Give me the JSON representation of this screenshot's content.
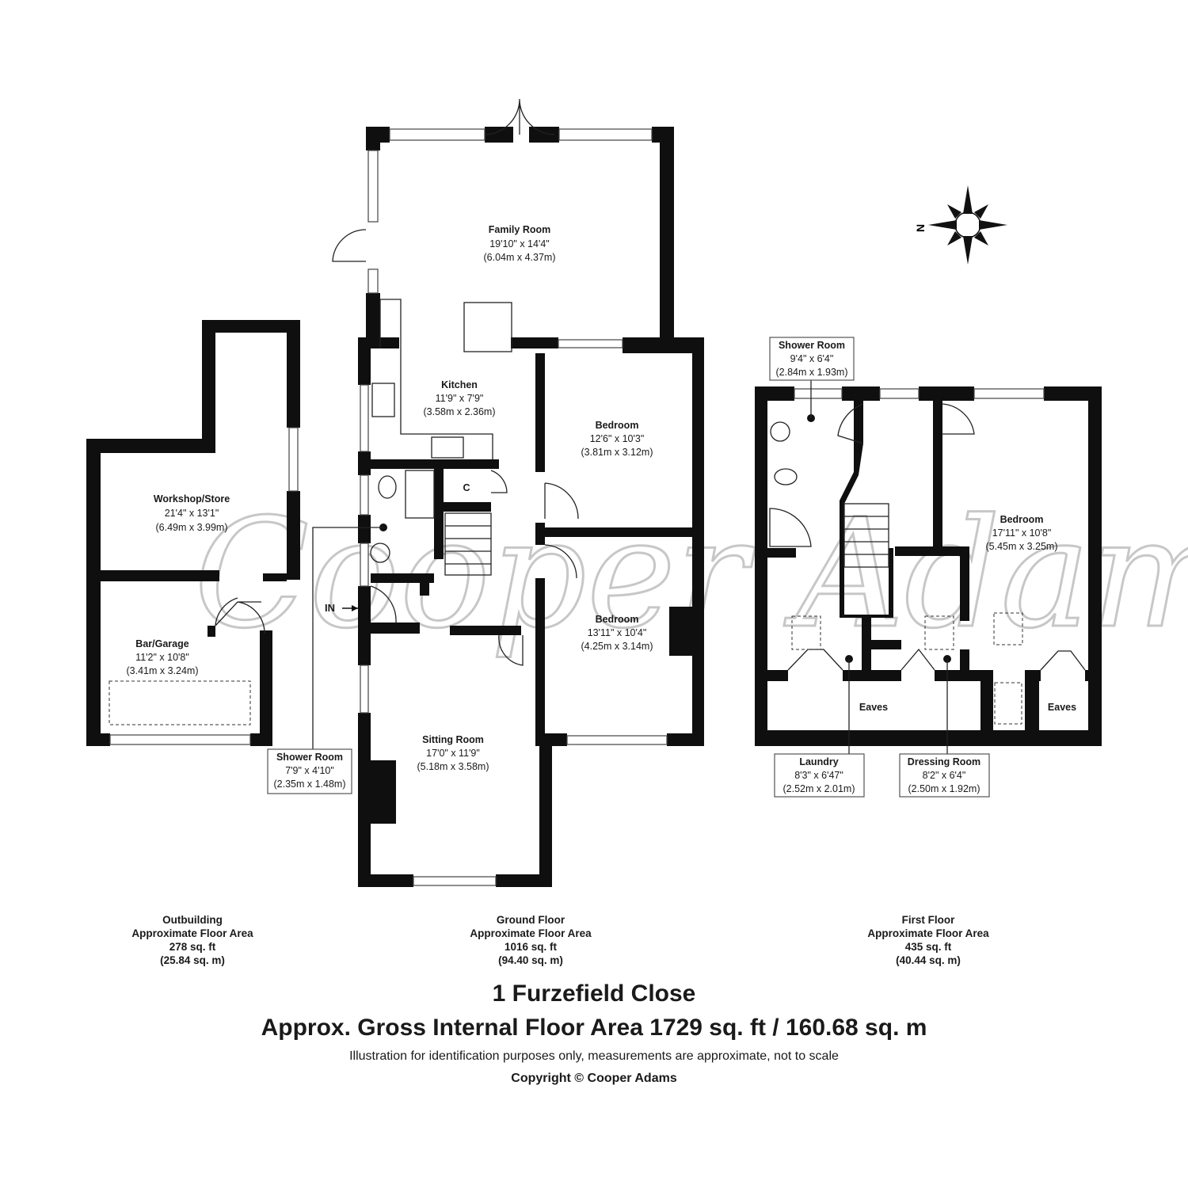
{
  "property": {
    "title": "1 Furzefield Close",
    "gross_area": "Approx. Gross Internal Floor Area 1729 sq. ft / 160.68 sq. m",
    "disclaimer": "Illustration for identification purposes only, measurements are approximate, not to scale",
    "copyright": "Copyright © Cooper Adams",
    "watermark": "Cooper Adams"
  },
  "compass": {
    "label": "N"
  },
  "entrance": {
    "label": "IN"
  },
  "floors": {
    "outbuilding": {
      "name": "Outbuilding",
      "area_label": "Approximate Floor Area",
      "sqft": "278 sq. ft",
      "sqm": "(25.84 sq. m)"
    },
    "ground": {
      "name": "Ground Floor",
      "area_label": "Approximate Floor Area",
      "sqft": "1016 sq. ft",
      "sqm": "(94.40 sq. m)"
    },
    "first": {
      "name": "First Floor",
      "area_label": "Approximate Floor Area",
      "sqft": "435 sq. ft",
      "sqm": "(40.44 sq. m)"
    }
  },
  "rooms": {
    "family_room": {
      "name": "Family Room",
      "imperial": "19'10\" x 14'4\"",
      "metric": "(6.04m x 4.37m)"
    },
    "kitchen": {
      "name": "Kitchen",
      "imperial": "11'9\" x 7'9\"",
      "metric": "(3.58m x 2.36m)"
    },
    "bedroom_1": {
      "name": "Bedroom",
      "imperial": "12'6\" x 10'3\"",
      "metric": "(3.81m x 3.12m)"
    },
    "bedroom_2": {
      "name": "Bedroom",
      "imperial": "13'11\" x 10'4\"",
      "metric": "(4.25m x 3.14m)"
    },
    "sitting_room": {
      "name": "Sitting Room",
      "imperial": "17'0\" x 11'9\"",
      "metric": "(5.18m x 3.58m)"
    },
    "cupboard": {
      "name": "C"
    },
    "workshop": {
      "name": "Workshop/Store",
      "imperial": "21'4\" x 13'1\"",
      "metric": "(6.49m x 3.99m)"
    },
    "bar_garage": {
      "name": "Bar/Garage",
      "imperial": "11'2\" x 10'8\"",
      "metric": "(3.41m x 3.24m)"
    },
    "shower_room_ground": {
      "name": "Shower Room",
      "imperial": "7'9\" x 4'10\"",
      "metric": "(2.35m x 1.48m)"
    },
    "shower_room_first": {
      "name": "Shower Room",
      "imperial": "9'4\" x 6'4\"",
      "metric": "(2.84m x 1.93m)"
    },
    "bedroom_3": {
      "name": "Bedroom",
      "imperial": "17'11\" x 10'8\"",
      "metric": "(5.45m x 3.25m)"
    },
    "eaves_1": {
      "name": "Eaves"
    },
    "eaves_2": {
      "name": "Eaves"
    },
    "laundry": {
      "name": "Laundry",
      "imperial": "8'3\" x 6'47\"",
      "metric": "(2.52m x 2.01m)"
    },
    "dressing_room": {
      "name": "Dressing Room",
      "imperial": "8'2\" x 6'4\"",
      "metric": "(2.50m x 1.92m)"
    }
  }
}
